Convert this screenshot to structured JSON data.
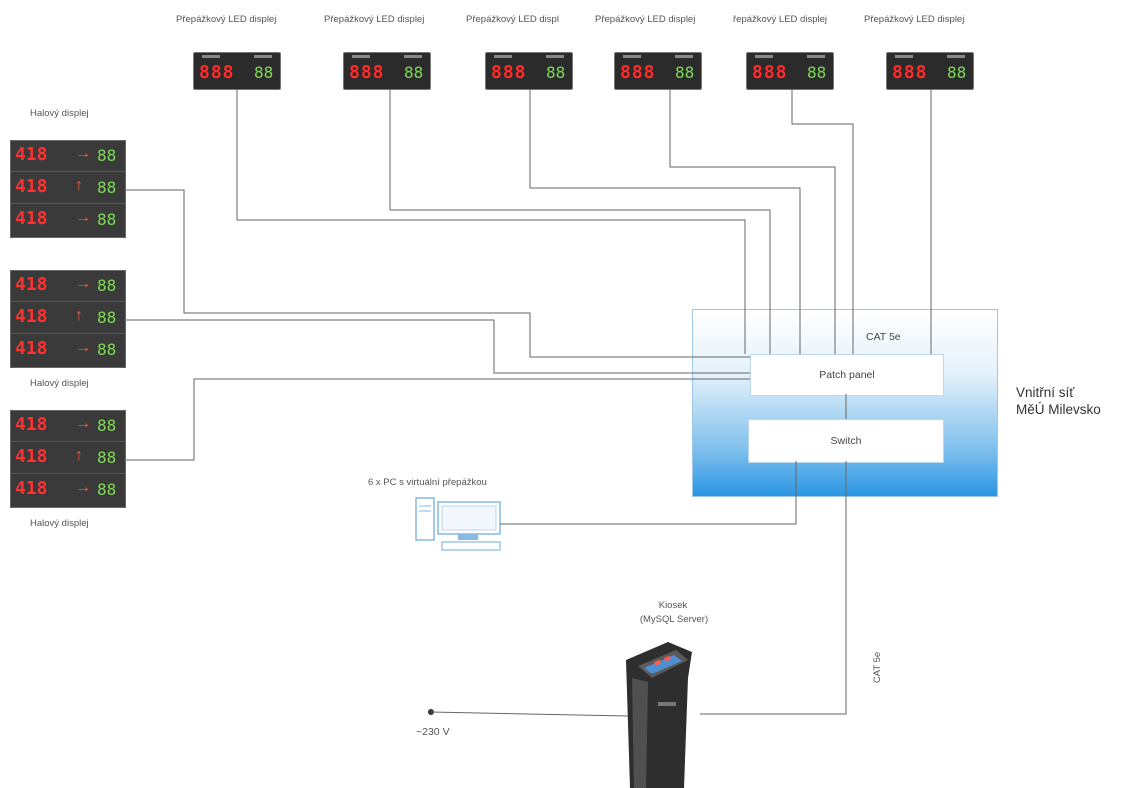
{
  "counter_displays": [
    {
      "label": "Přepážkový LED displej",
      "digits": "888",
      "small": "88"
    },
    {
      "label": "Přepážkový LED displej",
      "digits": "888",
      "small": "88"
    },
    {
      "label": "Přepážkový LED displ",
      "digits": "888",
      "small": "88"
    },
    {
      "label": "Přepážkový LED displej",
      "digits": "888",
      "small": "88"
    },
    {
      "label": "řepážkový LED displej",
      "digits": "888",
      "small": "88"
    },
    {
      "label": "Přepážkový LED displej",
      "digits": "888",
      "small": "88"
    }
  ],
  "hall_displays": {
    "label_top": "Halový displej",
    "label_mid": "Halový displej",
    "label_bottom": "Halový displej",
    "rows": [
      {
        "num": "418",
        "arrow": "→",
        "small": "88"
      },
      {
        "num": "418",
        "arrow": "↑",
        "small": "88"
      },
      {
        "num": "418",
        "arrow": "→",
        "small": "88"
      }
    ]
  },
  "network": {
    "cable_label": "CAT 5e",
    "patch_panel": "Patch panel",
    "switch": "Switch",
    "title_line1": "Vnitřní síť",
    "title_line2": "MěÚ Milevsko"
  },
  "pc": {
    "label": "6 x PC s virtuální přepážkou"
  },
  "kiosk": {
    "line1": "Kiosek",
    "line2": "(MySQL Server)"
  },
  "power": {
    "label": "~230 V"
  },
  "vertical_cable_label": "CAT 5e"
}
